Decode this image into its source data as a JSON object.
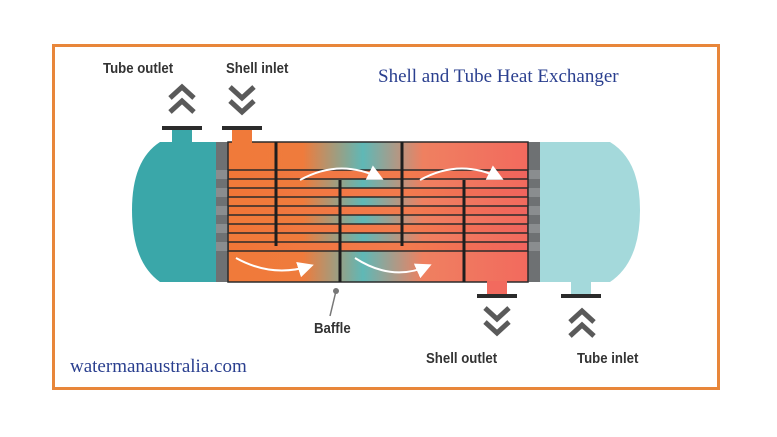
{
  "title": "Shell and Tube Heat Exchanger",
  "website": "watermanaustralia.com",
  "labels": {
    "tube_outlet": "Tube outlet",
    "shell_inlet": "Shell inlet",
    "baffle": "Baffle",
    "shell_outlet": "Shell outlet",
    "tube_inlet": "Tube inlet"
  },
  "colors": {
    "frame": "#e8863a",
    "hot_fluid": "#f07a3a",
    "cool_fluid": "#4fb3b5",
    "title_text": "#2a3f8f"
  }
}
